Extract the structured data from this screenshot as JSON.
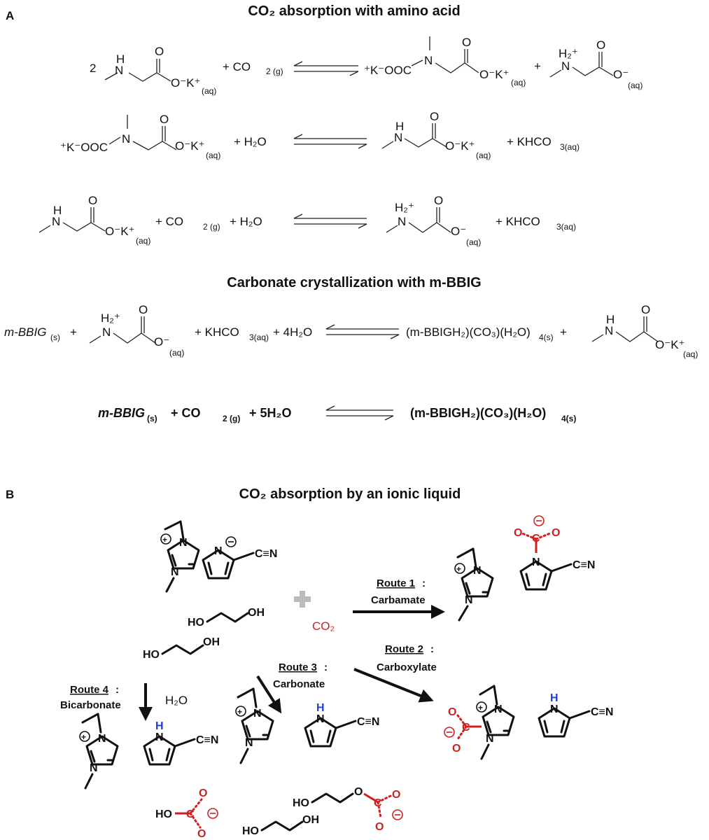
{
  "panel_a": {
    "label": "A",
    "title": "CO₂ absorption with amino acid",
    "eq1": {
      "coef": "2",
      "reactant2": "+ CO",
      "reactant2_sub": "2 (g)",
      "product1_prefix": "⁺K⁻OOC",
      "plus": "+",
      "aq": "(aq)"
    },
    "eq2": {
      "reactant1_prefix": "⁺K⁻OOC",
      "plus_h2o": "+ H₂O",
      "product2": "+ KHCO",
      "product2_sub": "3(aq)"
    },
    "eq3": {
      "plus_co2": "+   CO",
      "co2_sub": "2 (g)",
      "plus_h2o": "+  H₂O",
      "product2": "+  KHCO",
      "product2_sub": "3(aq)"
    },
    "subtitle": "Carbonate crystallization with m-BBIG",
    "eq4": {
      "reactant1": "m-BBIG",
      "reactant1_sub": "(s)",
      "plus": "+",
      "reactant3": "+ KHCO",
      "reactant3_sub": "3(aq)",
      "reactant4": "+ 4H₂O",
      "product": "(m-BBIGH₂)(CO₃)(H₂O)",
      "product_sub": "4(s)",
      "plus2": "+"
    },
    "eq5": {
      "reactant1": "m-BBIG",
      "reactant1_sub": "(s)",
      "plus_co2": "+   CO",
      "co2_sub": "2 (g)",
      "plus_h2o": "+ 5H₂O",
      "product": "(m-BBIGH₂)(CO₃)(H₂O)",
      "product_sub": "4(s)"
    },
    "atoms": {
      "N": "N",
      "H": "H",
      "O": "O",
      "OK": "O⁻K⁺",
      "Ominus": "O⁻",
      "H2plus": "H₂⁺",
      "aq": "(aq)"
    }
  },
  "panel_b": {
    "label": "B",
    "title": "CO₂ absorption by an ionic liquid",
    "co2": "CO₂",
    "h2o": "H₂O",
    "cn": "C≡N",
    "ho": "HO",
    "oh": "OH",
    "routes": [
      {
        "name": "Route 1",
        "suffix": ":",
        "kind": "Carbamate"
      },
      {
        "name": "Route 2",
        "suffix": ":",
        "kind": "Carboxylate"
      },
      {
        "name": "Route 3",
        "suffix": ":",
        "kind": "Carbonate"
      },
      {
        "name": "Route 4",
        "suffix": ":",
        "kind": "Bicarbonate"
      }
    ],
    "colors": {
      "accent_red": "#d11f1f",
      "accent_blue": "#1f3fd1"
    }
  }
}
